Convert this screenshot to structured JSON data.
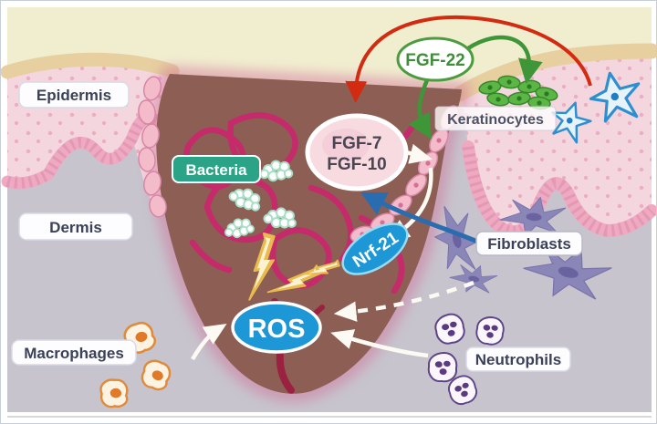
{
  "figure": {
    "type": "biology-schematic",
    "subject": "skin wound healing signalling diagram",
    "region_labels": {
      "epidermis": "Epidermis",
      "dermis": "Dermis"
    },
    "cell_labels": {
      "bacteria": "Bacteria",
      "macrophages": "Macrophages",
      "keratinocytes": "Keratinocytes",
      "fibroblasts": "Fibroblasts",
      "neutrophils": "Neutrophils"
    },
    "signal_nodes": {
      "fgf22": "FGF-22",
      "fgf7": "FGF-7",
      "fgf10": "FGF-10",
      "nrf": "Nrf-21",
      "ros": "ROS"
    },
    "arrows": [
      {
        "color": "red",
        "from": "epidermis-right-dendritic-cells",
        "to": "FGF-7/FGF-10",
        "style": "solid-curved"
      },
      {
        "color": "green",
        "from": "FGF-22",
        "to": "Keratinocytes",
        "style": "solid-curved"
      },
      {
        "color": "green",
        "from": "FGF-22",
        "to": "wound-edge",
        "style": "solid-curved"
      },
      {
        "color": "white",
        "from": "FGF-7/FGF-10",
        "to": "wound-edge-keratinocytes",
        "style": "solid"
      },
      {
        "color": "white",
        "from": "wound-edge-keratinocytes",
        "to": "Nrf-21",
        "style": "solid-curved"
      },
      {
        "color": "blue",
        "from": "Fibroblasts",
        "to": "FGF-7/FGF-10",
        "style": "solid-curved"
      },
      {
        "color": "white",
        "from": "Macrophages",
        "to": "ROS",
        "style": "solid-curved"
      },
      {
        "color": "white",
        "from": "Fibroblasts",
        "to": "ROS",
        "style": "dashed"
      },
      {
        "color": "white",
        "from": "Neutrophils",
        "to": "ROS",
        "style": "solid"
      }
    ],
    "palette": {
      "background_cream": "#f1eed0",
      "stratum_corneum_tan": "#e7cfa0",
      "epidermis_pink": "#f3d6de",
      "epidermis_dots": "#e9a6bd",
      "basal_band_pink": "#efaac2",
      "dermis_gray": "#c7c4cd",
      "wound_brown": "#8d5e54",
      "wound_halo_pink": "#d06f97",
      "vessel_magenta": "#c52a6b",
      "vessel_dark_red": "#9b2140",
      "bacteria_box_teal": "#2ba387",
      "macrophage_orange": "#e08b3a",
      "neutrophil_purple": "#5c3a82",
      "fibroblast_purple": "#8b86b8",
      "keratinocyte_green": "#5cb646",
      "dendritic_blue": "#2e8fd0",
      "node_blue": "#1e97d6",
      "fgf22_green": "#3f9639",
      "arrow_red": "#d32a12",
      "arrow_blue": "#2a6cb0",
      "arrow_white": "#fdfaf3",
      "bolt_gold": "#e9bb4e",
      "label_text": "#3b4158"
    }
  }
}
